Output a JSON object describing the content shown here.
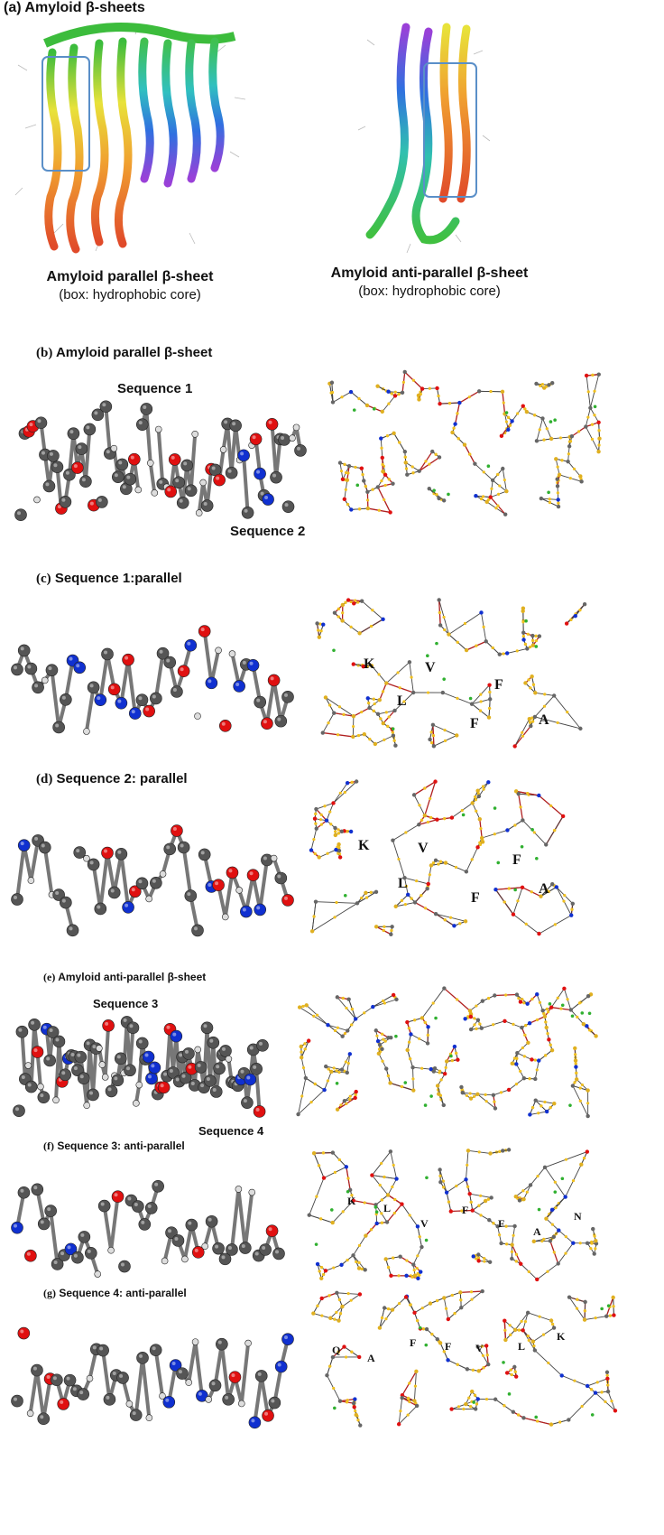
{
  "panel_a": {
    "title": "(a) Amyloid β-sheets",
    "parallel_caption": "Amyloid parallel β-sheet",
    "parallel_sub": "(box: hydrophobic core)",
    "antiparallel_caption": "Amyloid anti-parallel β-sheet",
    "antiparallel_sub": "(box: hydrophobic core)"
  },
  "panel_b": {
    "letter": "(b)",
    "title": "Amyloid parallel β-sheet",
    "seq1": "Sequence 1",
    "seq2": "Sequence 2"
  },
  "panel_c": {
    "letter": "(c)",
    "title": "Sequence 1:parallel",
    "residues": [
      "K",
      "V",
      "L",
      "F",
      "F",
      "A"
    ]
  },
  "panel_d": {
    "letter": "(d)",
    "title": "Sequence 2: parallel",
    "residues": [
      "K",
      "V",
      "L",
      "F",
      "F",
      "A"
    ]
  },
  "panel_e": {
    "letter": "(e)",
    "title": "Amyloid anti-parallel β-sheet",
    "seq3": "Sequence 3",
    "seq4": "Sequence 4"
  },
  "panel_f": {
    "letter": "(f)",
    "title": "Sequence 3: anti-parallel",
    "residues": [
      "K",
      "L",
      "V",
      "F",
      "F",
      "A",
      "N"
    ]
  },
  "panel_g": {
    "letter": "(g)",
    "title": "Sequence 4: anti-parallel",
    "residues": [
      "Q",
      "A",
      "F",
      "F",
      "V",
      "L",
      "K"
    ]
  },
  "colors": {
    "carbon": "#555555",
    "oxygen": "#e01010",
    "nitrogen": "#1030d0",
    "hydrogen": "#dddddd",
    "box": "#5a8fc8",
    "bond_path": "#b02020",
    "critical_point": "#f0c020"
  }
}
